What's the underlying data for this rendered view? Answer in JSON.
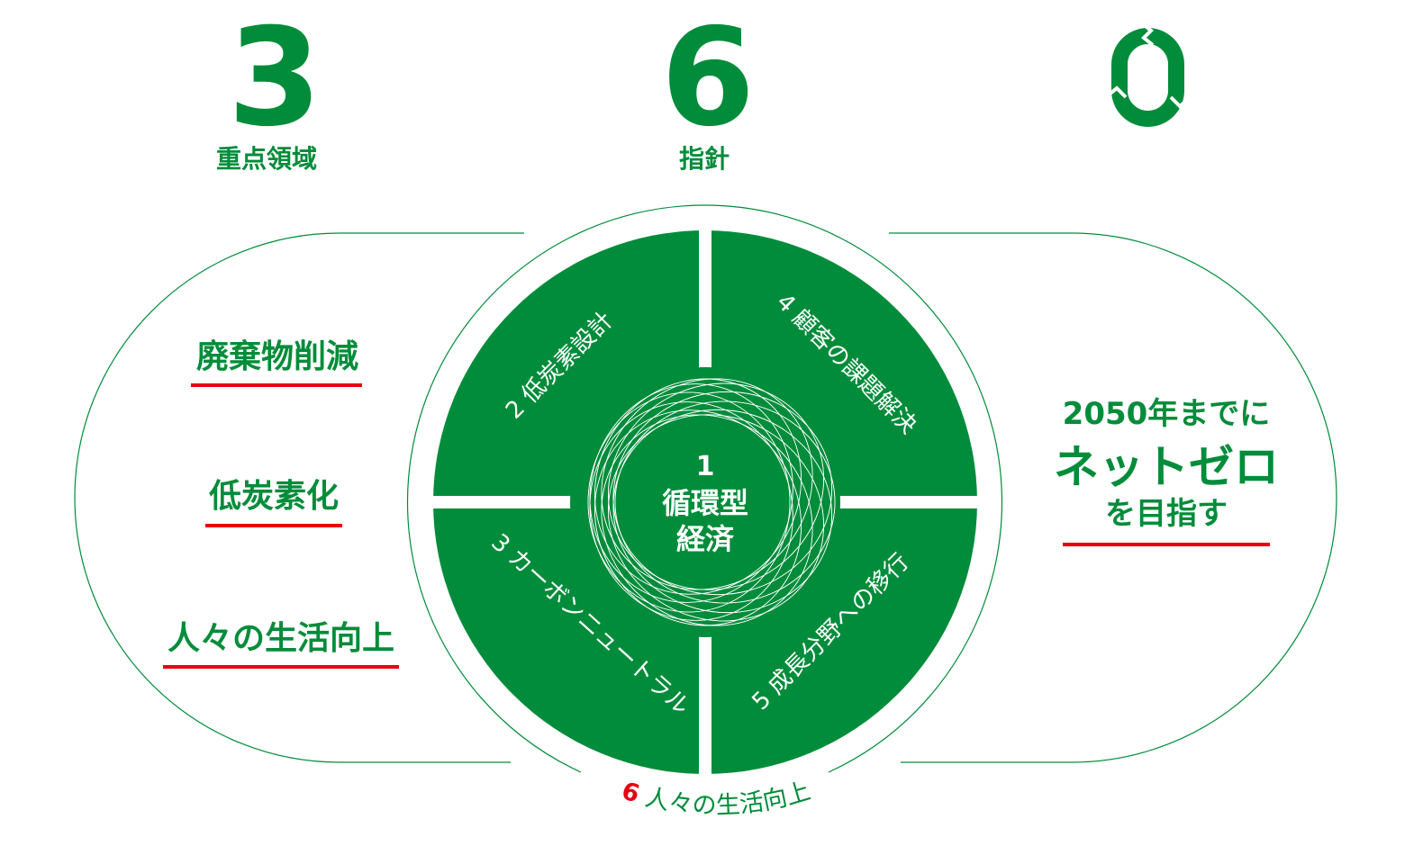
{
  "colors": {
    "green": "#008C3A",
    "red": "#E60012"
  },
  "header": [
    {
      "number": "3",
      "label": "重点領域"
    },
    {
      "number": "6",
      "label": "指針"
    },
    {
      "number": "0",
      "icon": "recycle-zero-icon"
    }
  ],
  "focus_areas": [
    "廃棄物削減",
    "低炭素化",
    "人々の生活向上"
  ],
  "center": {
    "number": "1",
    "line1": "循環型",
    "line2": "経済"
  },
  "guidelines": {
    "g2": "2 低炭素設計",
    "g3": "3 カーボンニュートラル",
    "g4": "4 顧客の課題解決",
    "g5": "5 成長分野への移行",
    "g6_number": "6",
    "g6_label": "人々の生活向上"
  },
  "goal": {
    "line1": "2050年までに",
    "line2": "ネットゼロ",
    "line3": "を目指す"
  }
}
